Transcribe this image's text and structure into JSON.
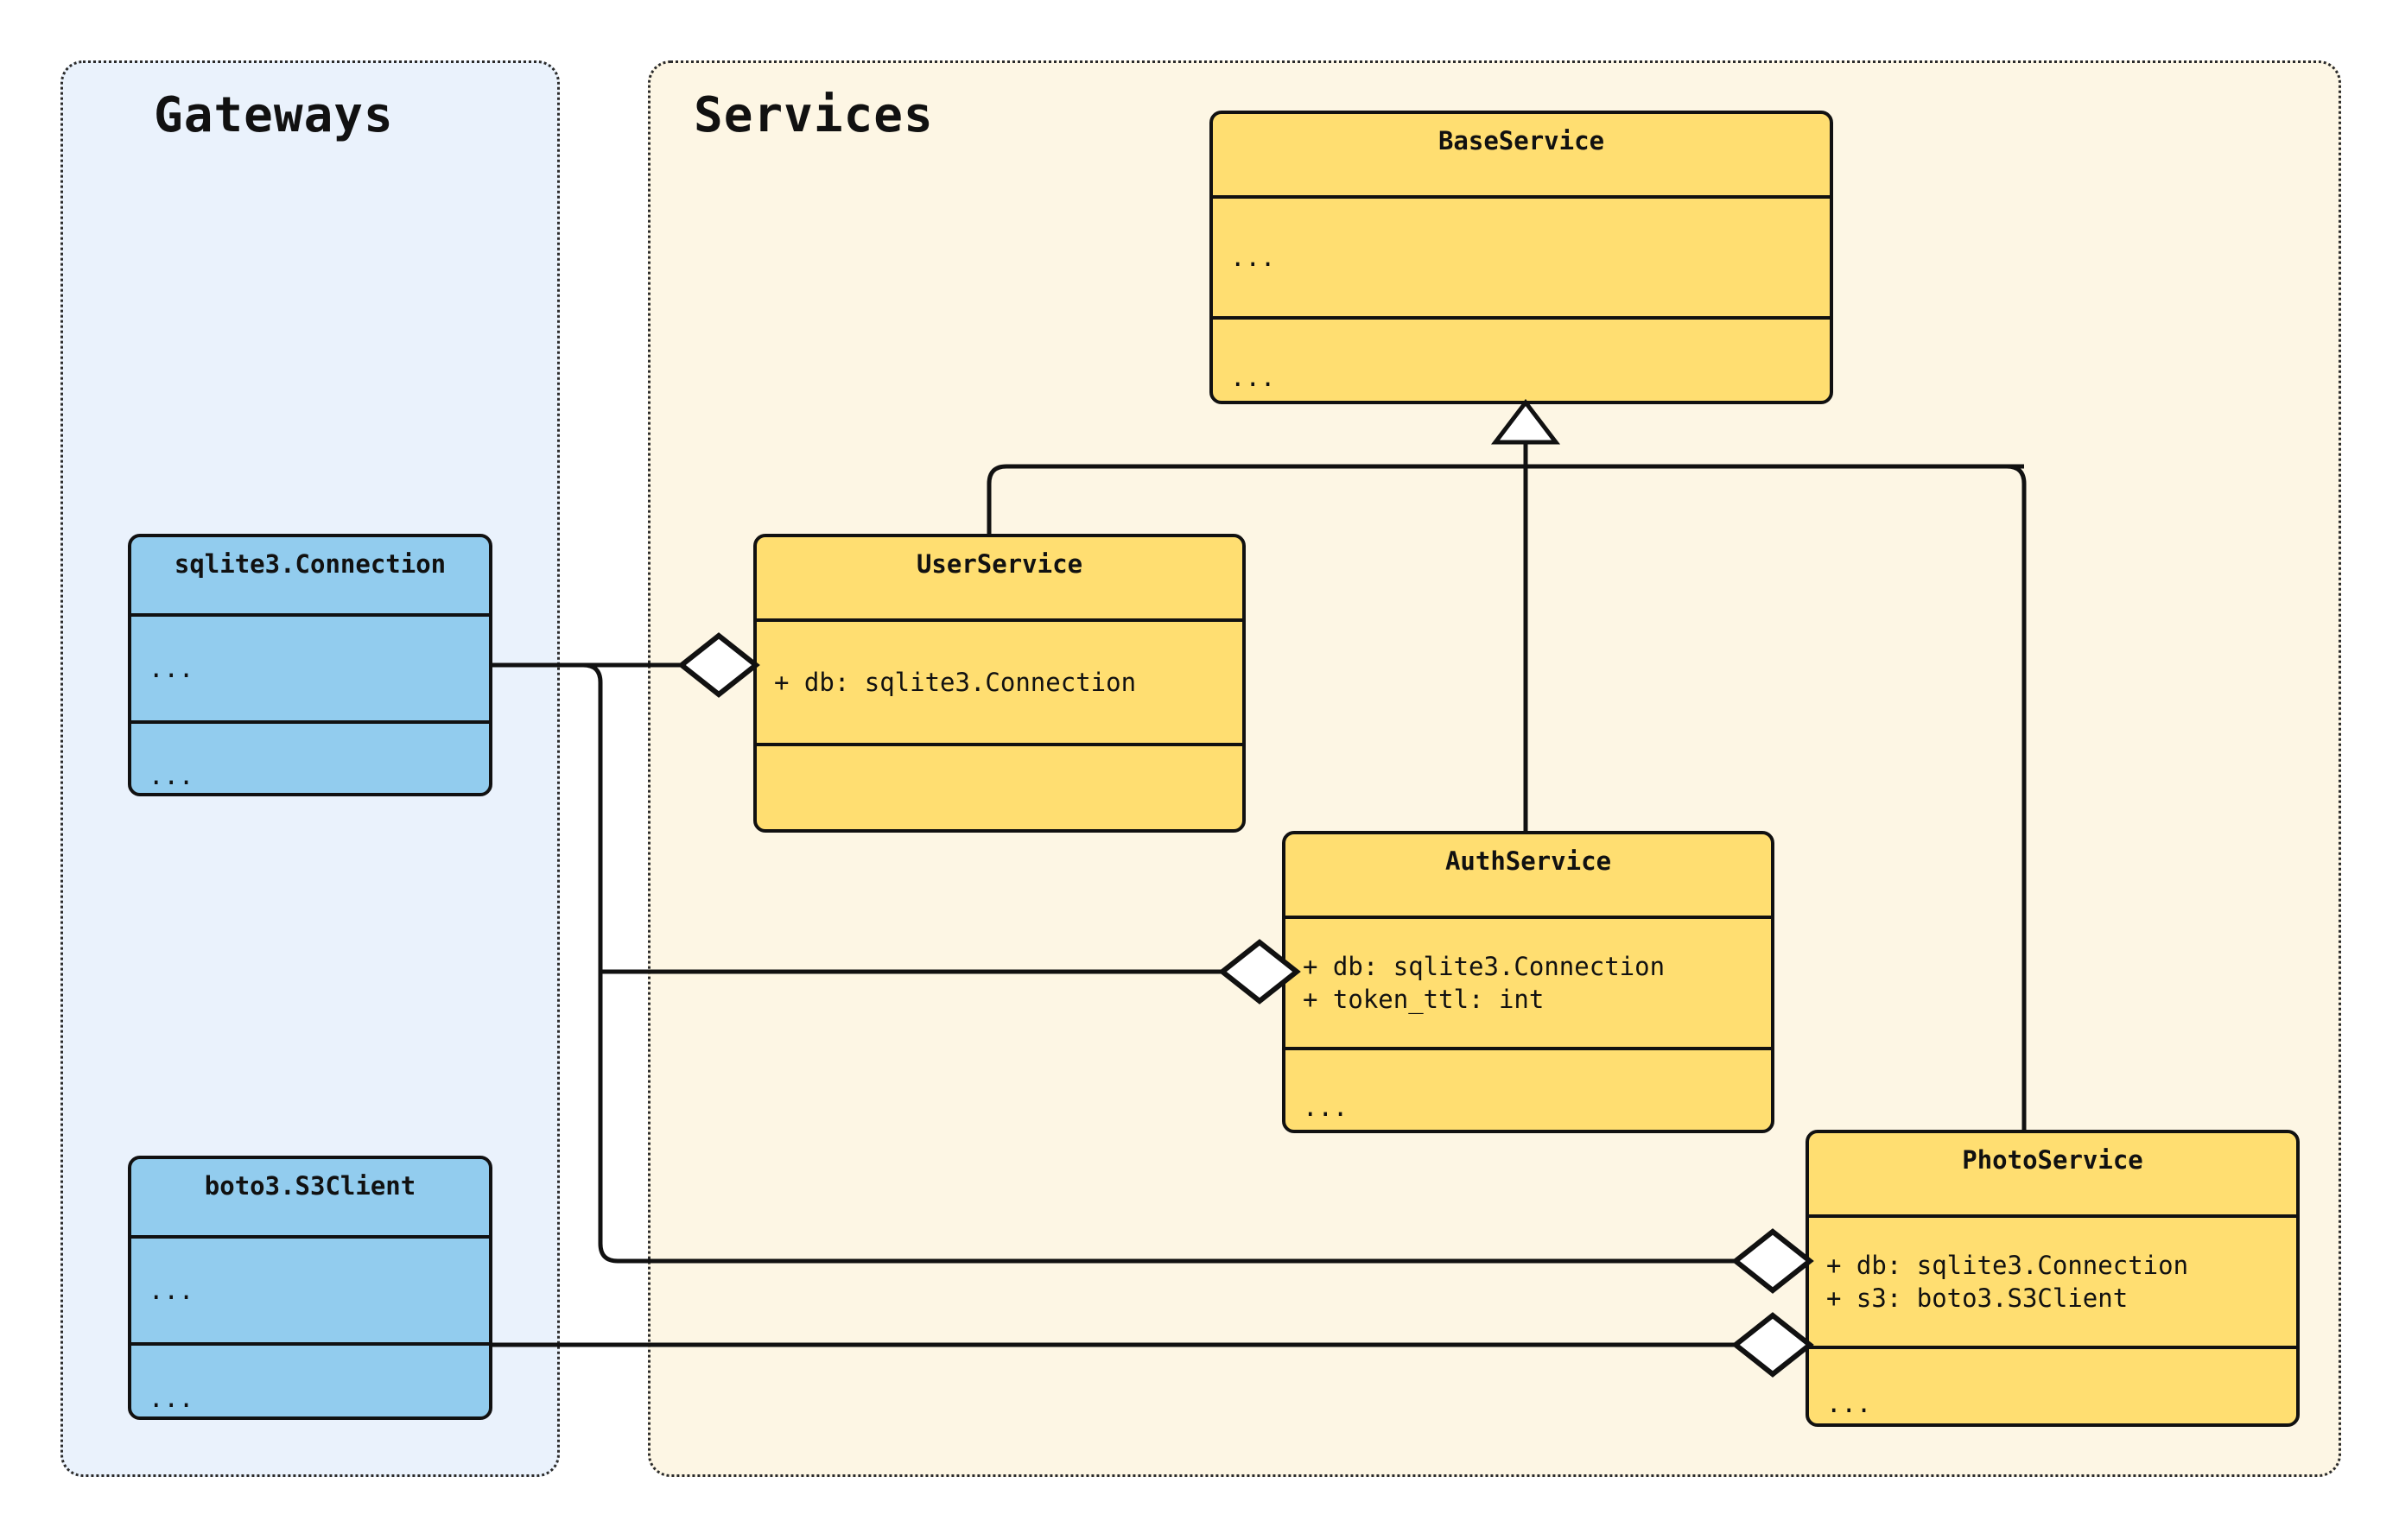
{
  "diagram": {
    "type": "uml-class-diagram",
    "packages": [
      {
        "id": "gateways",
        "title": "Gateways",
        "fill": "#eaf2fc"
      },
      {
        "id": "services",
        "title": "Services",
        "fill": "#fdf6e4"
      }
    ],
    "classes": [
      {
        "id": "baseservice",
        "name": "BaseService",
        "package": "services",
        "fill": "#ffde71",
        "attributes": [
          "..."
        ],
        "methods": [
          "..."
        ]
      },
      {
        "id": "userservice",
        "name": "UserService",
        "package": "services",
        "fill": "#ffde71",
        "attributes": [
          "+ db: sqlite3.Connection"
        ],
        "methods": [
          ""
        ]
      },
      {
        "id": "authservice",
        "name": "AuthService",
        "package": "services",
        "fill": "#ffde71",
        "attributes": [
          "+ db: sqlite3.Connection",
          "+ token_ttl: int"
        ],
        "methods": [
          "..."
        ]
      },
      {
        "id": "photoservice",
        "name": "PhotoService",
        "package": "services",
        "fill": "#ffde71",
        "attributes": [
          "+ db: sqlite3.Connection",
          "+ s3: boto3.S3Client"
        ],
        "methods": [
          "..."
        ]
      },
      {
        "id": "sqlite3connection",
        "name": "sqlite3.Connection",
        "package": "gateways",
        "fill": "#92ccee",
        "attributes": [
          "..."
        ],
        "methods": [
          "..."
        ]
      },
      {
        "id": "boto3s3client",
        "name": "boto3.S3Client",
        "package": "gateways",
        "fill": "#92ccee",
        "attributes": [
          "..."
        ],
        "methods": [
          "..."
        ]
      }
    ],
    "relationships": [
      {
        "kind": "inheritance",
        "from": "UserService",
        "to": "BaseService"
      },
      {
        "kind": "inheritance",
        "from": "AuthService",
        "to": "BaseService"
      },
      {
        "kind": "inheritance",
        "from": "PhotoService",
        "to": "BaseService"
      },
      {
        "kind": "aggregation",
        "from": "sqlite3.Connection",
        "to": "UserService"
      },
      {
        "kind": "aggregation",
        "from": "sqlite3.Connection",
        "to": "AuthService"
      },
      {
        "kind": "aggregation",
        "from": "sqlite3.Connection",
        "to": "PhotoService"
      },
      {
        "kind": "aggregation",
        "from": "boto3.S3Client",
        "to": "PhotoService"
      }
    ],
    "colors": {
      "service_fill": "#ffde71",
      "gateway_fill": "#92ccee",
      "services_panel": "#fdf6e4",
      "gateways_panel": "#eaf2fc",
      "stroke": "#111111",
      "marker_fill": "#ffffff"
    }
  }
}
